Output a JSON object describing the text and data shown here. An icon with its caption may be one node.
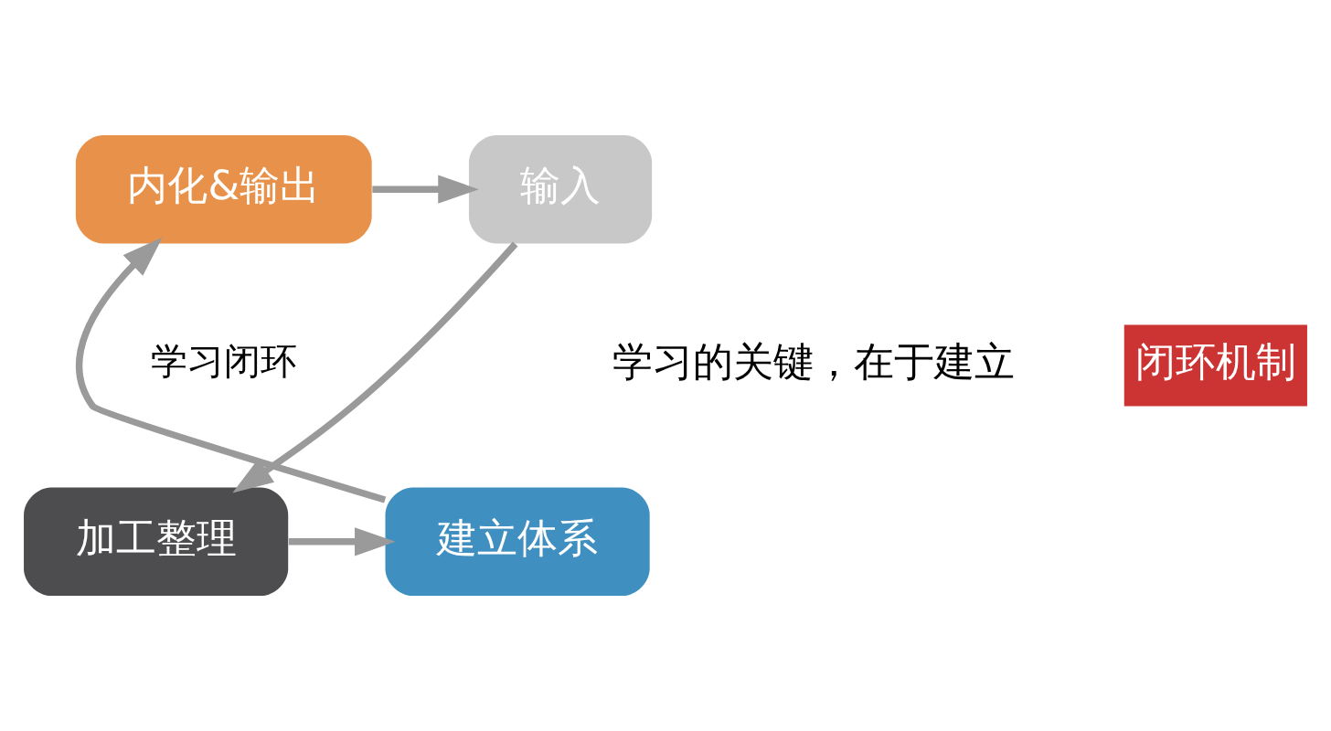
{
  "diagram": {
    "nodes": [
      {
        "text": [
          "内化&输出"
        ]
      },
      {
        "text": [
          "输入"
        ]
      },
      {
        "text": [
          "加工整理"
        ]
      },
      {
        "text": [
          "建立体系"
        ]
      }
    ],
    "edges": [
      {
        "from": 0,
        "to": 1,
        "arrow": "to"
      },
      {
        "from": 1,
        "to": 2,
        "arrow": "to"
      },
      {
        "from": 2,
        "to": 3,
        "arrow": "to"
      },
      {
        "from": 3,
        "to": 0,
        "arrow": "to"
      }
    ],
    "labels": [
      "学习闭环",
      "学习的关键，在于建立",
      "闭环机制"
    ]
  }
}
